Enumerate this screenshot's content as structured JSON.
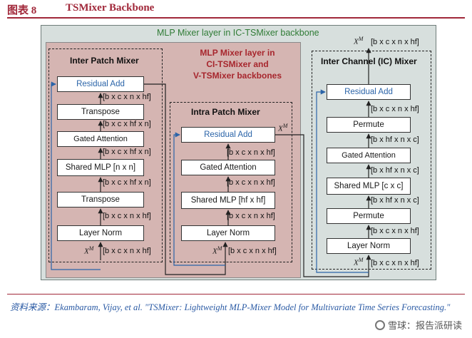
{
  "header": {
    "label": "图表 8",
    "title": "TSMixer Backbone"
  },
  "diagram": {
    "backbone_title": "MLP Mixer layer in IC-TSMixer backbone",
    "ci_title_lines": [
      "MLP Mixer layer in",
      "CI-TSMixer and",
      "V-TSMixer backbones"
    ],
    "inter_patch": {
      "title": "Inter Patch Mixer",
      "blocks": [
        "Residual Add",
        "Transpose",
        "Gated Attention",
        "Shared MLP [n x n]",
        "Transpose",
        "Layer Norm"
      ],
      "dims": [
        "[b x c x n x hf]",
        "[b x c x hf x n]",
        "[b x c x hf x n]",
        "[b x c x hf x n]",
        "[b x c x n x hf]",
        "[b x c x n x hf]"
      ],
      "input_symbol": "X",
      "input_sup": "M"
    },
    "intra_patch": {
      "title": "Intra Patch Mixer",
      "blocks": [
        "Residual Add",
        "Gated Attention",
        "Shared MLP [hf x hf]",
        "Layer Norm"
      ],
      "dims": [
        "[b x c x n x hf]",
        "[b x c x n x hf]",
        "[b x c x n x hf]",
        "[b x c x n x hf]"
      ],
      "output_symbol": "X",
      "output_sup": "M",
      "input_symbol": "X",
      "input_sup": "M"
    },
    "inter_channel": {
      "title": "Inter Channel (IC) Mixer",
      "blocks": [
        "Residual Add",
        "Permute",
        "Gated Attention",
        "Shared MLP [c x c]",
        "Permute",
        "Layer Norm"
      ],
      "dims": [
        "[b x c x n x hf]",
        "[b x hf x n x c]",
        "[b x hf x n x c]",
        "[b x hf x n x c]",
        "[b x c x n x hf]",
        "[b x c x n x hf]"
      ],
      "top_symbol": "X",
      "top_sup": "M",
      "top_dim": "[b x c x n x hf]",
      "input_symbol": "X",
      "input_sup": "M"
    }
  },
  "source": {
    "prefix": "资料来源：",
    "text": "Ekambaram, Vijay, et al. \"TSMixer: Lightweight MLP-Mixer Model for Multivariate Time Series Forecasting.\""
  },
  "watermark": "雪球：报告派研读",
  "colors": {
    "accent_red": "#a1283a",
    "backbone_green": "#2f7b35",
    "backbone_fill": "#d7dfdd",
    "ci_fill": "#d5b5b2",
    "residual_blue": "#2b64a8"
  }
}
